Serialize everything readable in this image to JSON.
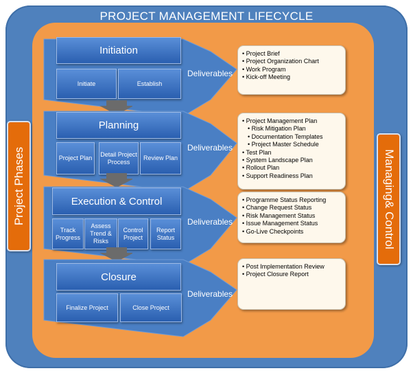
{
  "title": "PROJECT MANAGEMENT LIFECYCLE",
  "left_label": "Project Phases",
  "right_label": "Managing& Control",
  "deliverables_label": "Deliverables",
  "phases": [
    {
      "name": "Initiation",
      "sub": [
        "Initiate",
        "Establish"
      ],
      "deliverables": [
        {
          "t": "Project Brief",
          "l": 0
        },
        {
          "t": "Project Organization Chart",
          "l": 0
        },
        {
          "t": "Work Program",
          "l": 0
        },
        {
          "t": "Kick-off Meeting",
          "l": 0
        }
      ]
    },
    {
      "name": "Planning",
      "sub": [
        "Project Plan",
        "Detail Project Process",
        "Review Plan"
      ],
      "deliverables": [
        {
          "t": "Project Management Plan",
          "l": 0
        },
        {
          "t": "Risk Mitigation Plan",
          "l": 1
        },
        {
          "t": "Documentation Templates",
          "l": 1
        },
        {
          "t": "Project Master Schedule",
          "l": 1
        },
        {
          "t": "Test Plan",
          "l": 0
        },
        {
          "t": "System Landscape Plan",
          "l": 0
        },
        {
          "t": "Rollout Plan",
          "l": 0
        },
        {
          "t": "Support Readiness Plan",
          "l": 0
        }
      ]
    },
    {
      "name": "Execution & Control",
      "sub": [
        "Track Progress",
        "Assess Trend & Risks",
        "Control Project",
        "Report Status"
      ],
      "deliverables": [
        {
          "t": "Programme Status Reporting",
          "l": 0
        },
        {
          "t": "Change Request Status",
          "l": 0
        },
        {
          "t": "Risk Management Status",
          "l": 0
        },
        {
          "t": "Issue Management Status",
          "l": 0
        },
        {
          "t": "Go-Live Checkpoints",
          "l": 0
        }
      ]
    },
    {
      "name": "Closure",
      "sub": [
        "Finalize Project",
        "Close Project"
      ],
      "deliverables": [
        {
          "t": "Post Implementation Review",
          "l": 0
        },
        {
          "t": "Project Closure Report",
          "l": 0
        }
      ]
    }
  ],
  "colors": {
    "outer": "#4f81bd",
    "inner": "#f29a48",
    "side": "#e46c0a",
    "phase": "#2a5fb0",
    "chevron": "#4a7fc4",
    "box": "#fef8ec"
  }
}
